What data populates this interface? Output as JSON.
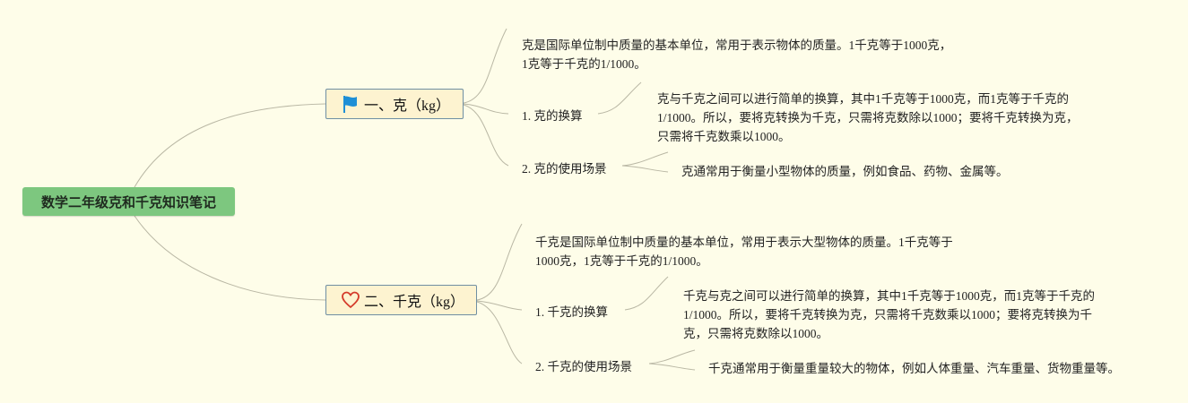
{
  "root": {
    "title": "数学二年级克和千克知识笔记"
  },
  "branches": [
    {
      "label": "一、克（kg）",
      "icon": "flag-icon",
      "icon_color": "#1e8fd6",
      "intro": [
        "克是国际单位制中质量的基本单位，常用于表示物体的质量。1千克等于1000克，",
        "1克等于千克的1/1000。"
      ],
      "children": [
        {
          "label": "1. 克的换算",
          "detail": [
            "克与千克之间可以进行简单的换算，其中1千克等于1000克，而1克等于千克的",
            "1/1000。所以，要将克转换为千克，只需将克数除以1000；要将千克转换为克，",
            "只需将千克数乘以1000。"
          ]
        },
        {
          "label": "2. 克的使用场景",
          "detail": [
            "克通常用于衡量小型物体的质量，例如食品、药物、金属等。"
          ]
        }
      ]
    },
    {
      "label": "二、千克（kg）",
      "icon": "heart-icon",
      "icon_color": "#d43a2a",
      "intro": [
        "千克是国际单位制中质量的基本单位，常用于表示大型物体的质量。1千克等于",
        "1000克，1克等于千克的1/1000。"
      ],
      "children": [
        {
          "label": "1. 千克的换算",
          "detail": [
            "千克与克之间可以进行简单的换算，其中1千克等于1000克，而1克等于千克的",
            "1/1000。所以，要将千克转换为克，只需将千克数乘以1000；要将克转换为千",
            "克，只需将克数除以1000。"
          ]
        },
        {
          "label": "2. 千克的使用场景",
          "detail": [
            "千克通常用于衡量重量较大的物体，例如人体重量、汽车重量、货物重量等。"
          ]
        }
      ]
    }
  ],
  "colors": {
    "background": "#fefde9",
    "root_fill": "#7dc77f",
    "branch_fill": "#fdf3d0",
    "branch_border": "#6f8fa3",
    "link": "#b9b7a4"
  }
}
